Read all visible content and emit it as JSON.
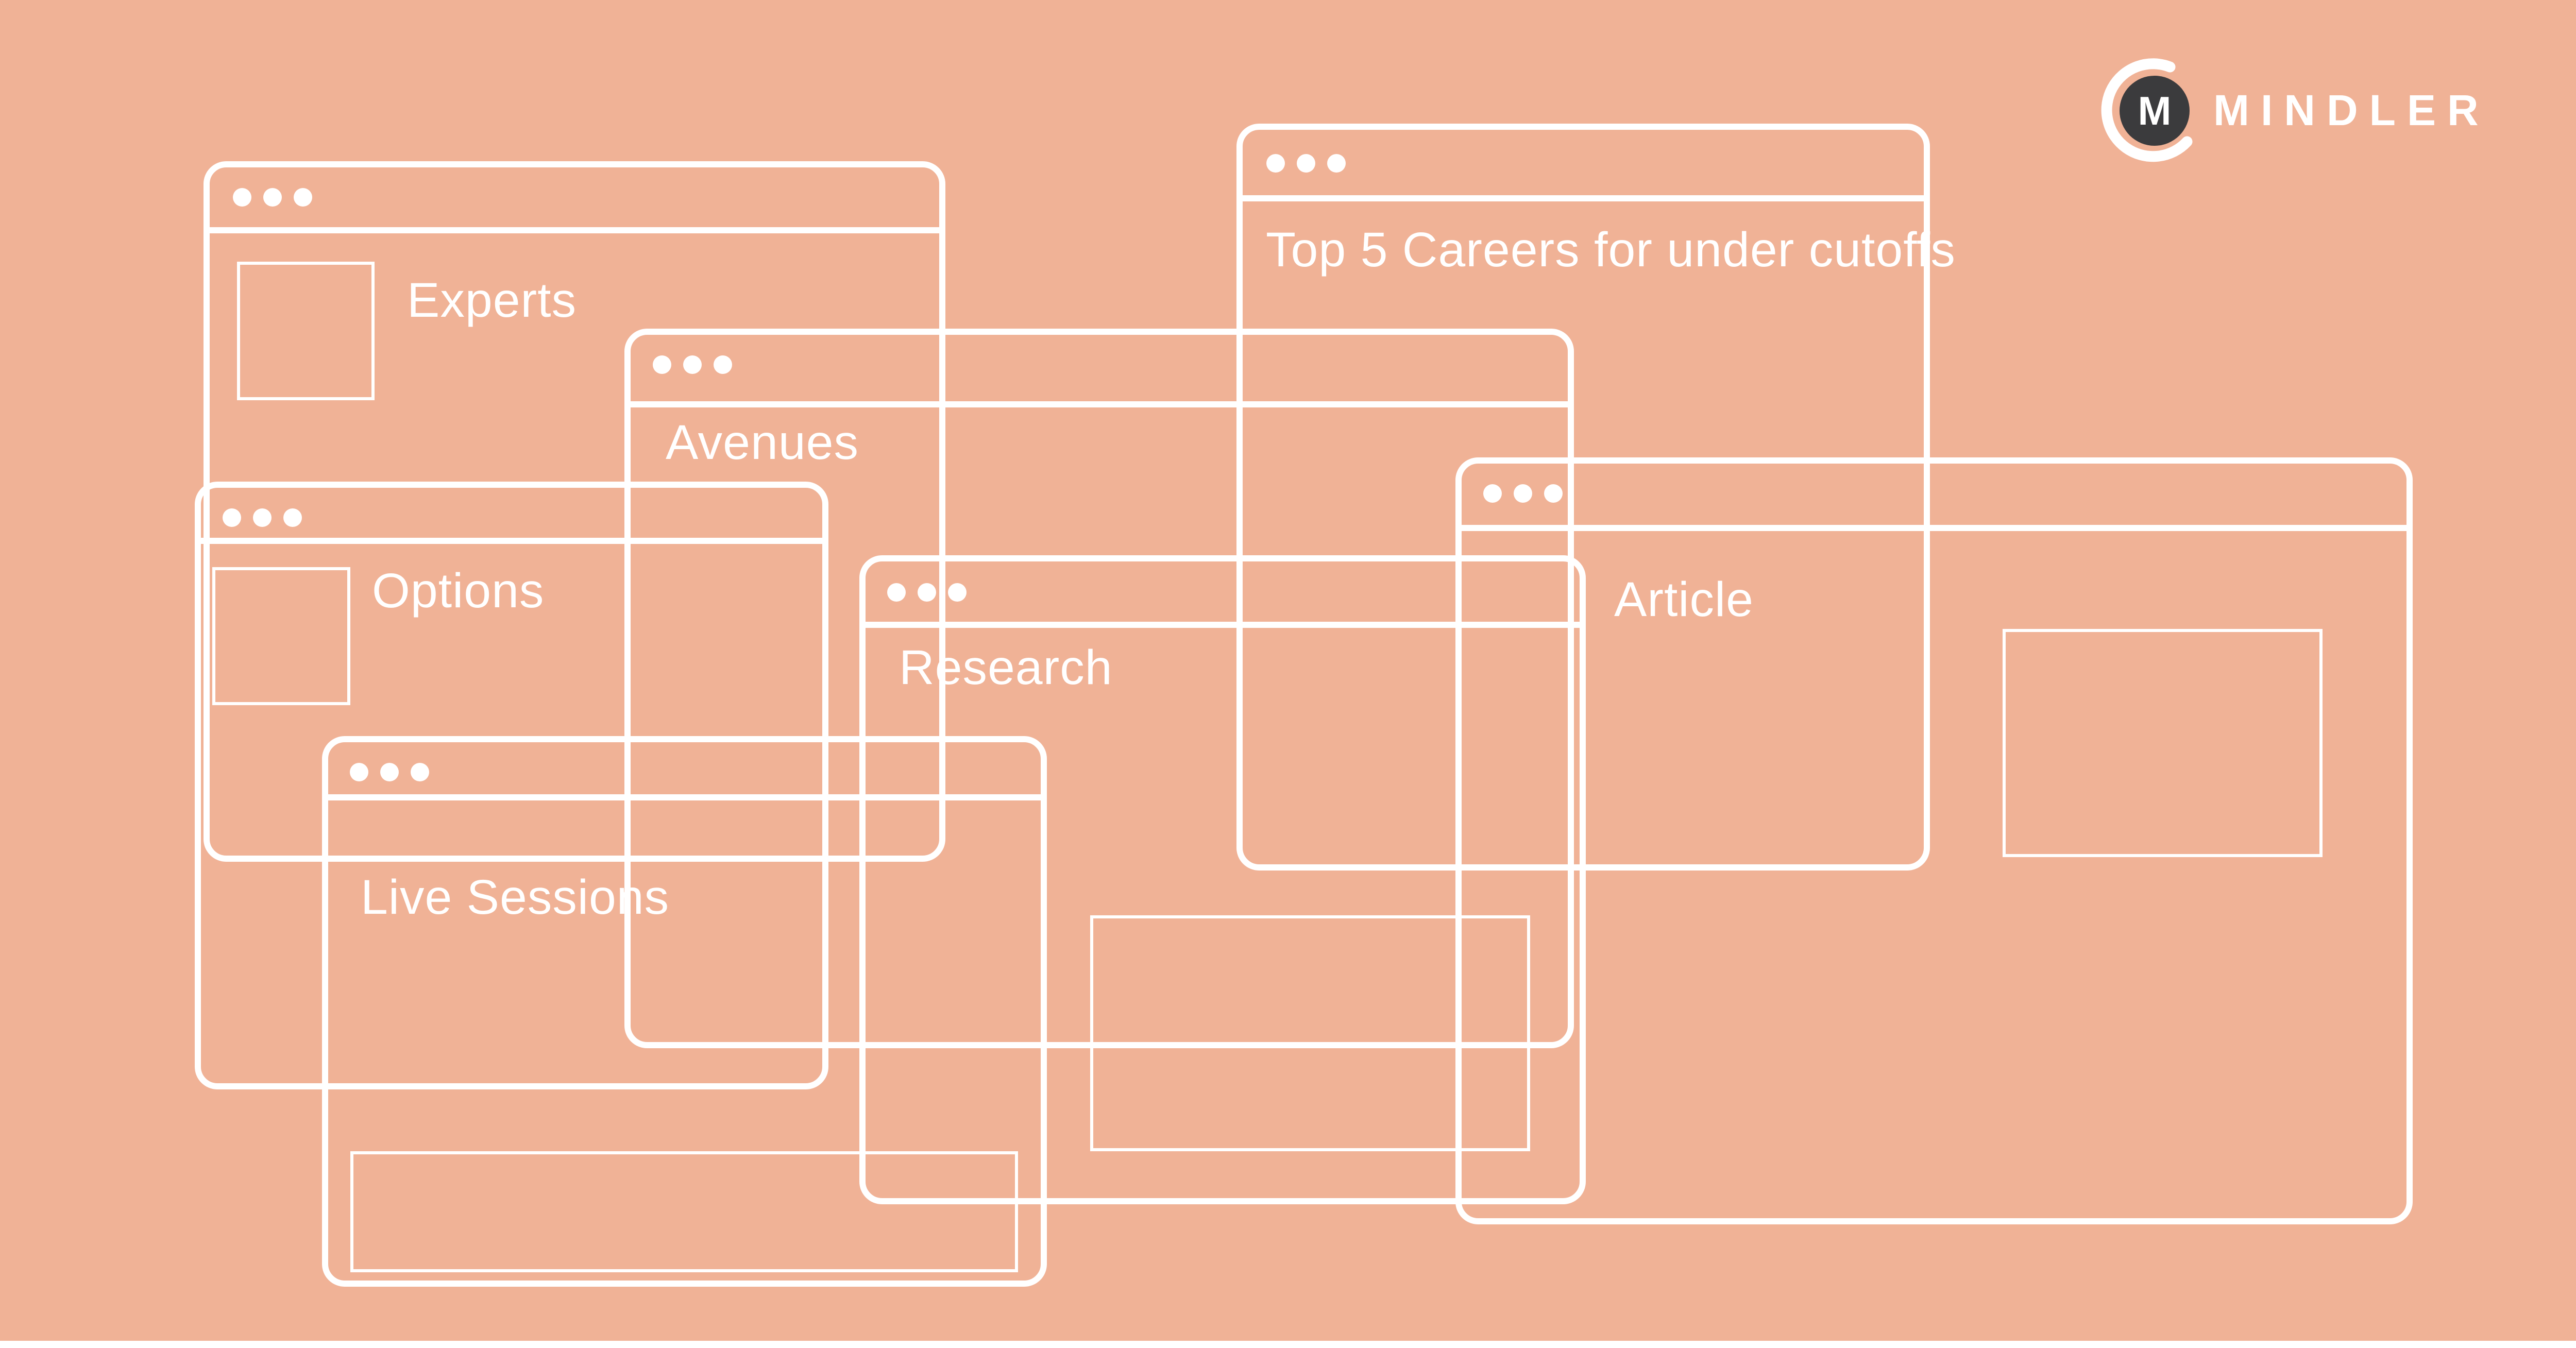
{
  "brand": {
    "name": "MINDLER",
    "monogram": "M"
  },
  "windows": [
    {
      "id": "experts",
      "label": "Experts"
    },
    {
      "id": "top5-careers",
      "label": "Top 5 Careers for under cutoffs"
    },
    {
      "id": "avenues",
      "label": "Avenues"
    },
    {
      "id": "research",
      "label": "Research"
    },
    {
      "id": "options",
      "label": "Options"
    },
    {
      "id": "live-sessions",
      "label": "Live Sessions"
    },
    {
      "id": "article",
      "label": "Article"
    }
  ],
  "colors": {
    "background": "#F0B296",
    "line": "#FFFFFF",
    "logo_circle": "#3B3B3D"
  }
}
